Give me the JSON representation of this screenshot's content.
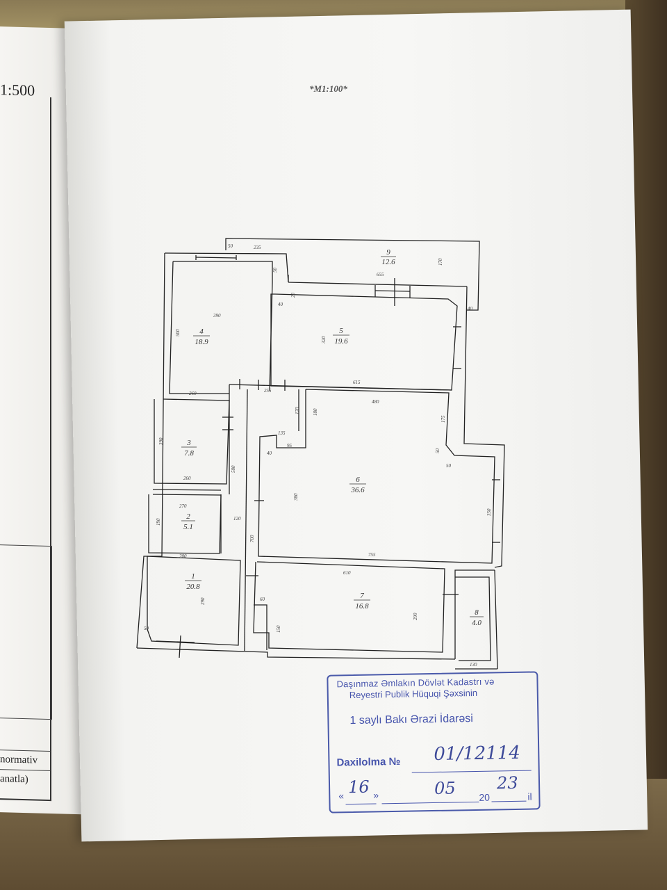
{
  "left_page": {
    "scale": "1:500",
    "line1": "normativ",
    "line2": "anatla)"
  },
  "plan": {
    "scale": "*M1:100*",
    "rooms": [
      {
        "number": "1",
        "area": "20.8"
      },
      {
        "number": "2",
        "area": "5.1"
      },
      {
        "number": "3",
        "area": "7.8"
      },
      {
        "number": "4",
        "area": "18.9"
      },
      {
        "number": "5",
        "area": "19.6"
      },
      {
        "number": "6",
        "area": "36.6"
      },
      {
        "number": "7",
        "area": "16.8"
      },
      {
        "number": "8",
        "area": "4.0"
      },
      {
        "number": "9",
        "area": "12.6"
      }
    ],
    "dims": {
      "d50a": "50",
      "d235": "235",
      "d170a": "170",
      "d655": "655",
      "d40a": "40",
      "d50b": "50",
      "d390": "390",
      "d500": "500",
      "d40b": "40",
      "d20": "20",
      "d320": "320",
      "d260a": "260",
      "d255": "255",
      "d615": "615",
      "d480": "480",
      "d170b": "170",
      "d180": "180",
      "d175": "175",
      "d135": "135",
      "d40c": "40",
      "d95": "95",
      "d390b": "390",
      "d260b": "260",
      "d580": "580",
      "d50c": "50",
      "d50d": "50",
      "d270": "270",
      "d190": "190",
      "d120": "120",
      "d380": "380",
      "d700": "700",
      "d350": "350",
      "d755": "755",
      "d200": "200",
      "d610": "610",
      "d290a": "290",
      "d290b": "290",
      "d60": "60",
      "d150": "150",
      "d50e": "50",
      "d130": "130"
    }
  },
  "stamp": {
    "line1": "Daşınmaz Əmlakın Dövlət Kadastrı və",
    "line2": "Reyestri Publik Hüquqi Şəxsinin",
    "line3": "1 saylı Bakı Ərazi İdarəsi",
    "daxilolma_label": "Daxilolma №",
    "daxilolma_value": "01/12114",
    "date_open": "«",
    "day": "16",
    "date_close": "»",
    "month": "05",
    "year_prefix": "20",
    "year": "23",
    "year_suffix": "il"
  }
}
